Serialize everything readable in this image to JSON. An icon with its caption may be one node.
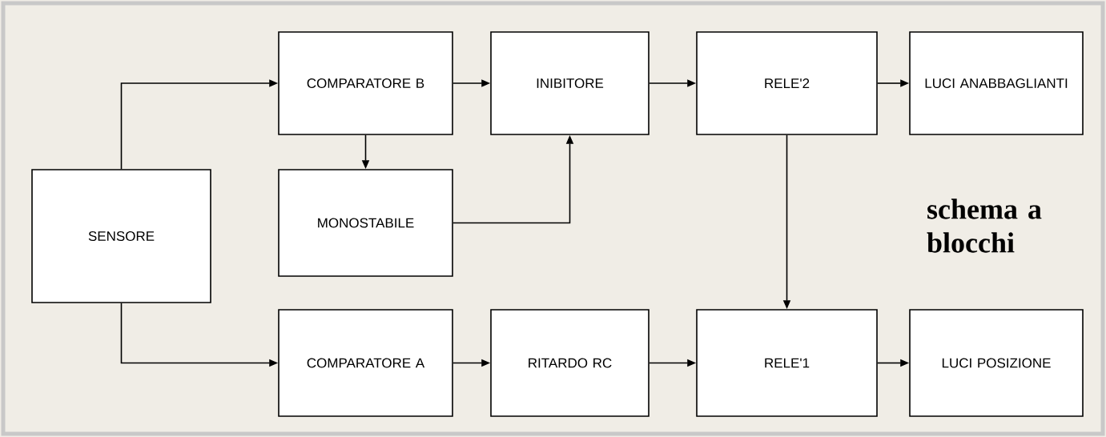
{
  "diagram": {
    "nodes": [
      {
        "text": [
          "SENSORE"
        ]
      },
      {
        "text": [
          "COMPARATORE B"
        ]
      },
      {
        "text": [
          "INIBITORE"
        ]
      },
      {
        "text": [
          "RELE'2"
        ]
      },
      {
        "text": [
          "LUCI ANABBAGLIANTI"
        ]
      },
      {
        "text": [
          "MONOSTABILE"
        ]
      },
      {
        "text": [
          "COMPARATORE A"
        ]
      },
      {
        "text": [
          "RITARDO RC"
        ]
      },
      {
        "text": [
          "RELE'1"
        ]
      },
      {
        "text": [
          "LUCI POSIZIONE"
        ]
      }
    ],
    "edges": [
      {
        "from": 0,
        "to": 1,
        "arrow": "to"
      },
      {
        "from": 0,
        "to": 6,
        "arrow": "to"
      },
      {
        "from": 1,
        "to": 2,
        "arrow": "to"
      },
      {
        "from": 2,
        "to": 3,
        "arrow": "to"
      },
      {
        "from": 3,
        "to": 4,
        "arrow": "to"
      },
      {
        "from": 1,
        "to": 5,
        "arrow": "to"
      },
      {
        "from": 5,
        "to": 2,
        "arrow": "to"
      },
      {
        "from": 3,
        "to": 8,
        "arrow": "to"
      },
      {
        "from": 6,
        "to": 7,
        "arrow": "to"
      },
      {
        "from": 7,
        "to": 8,
        "arrow": "to"
      },
      {
        "from": 8,
        "to": 9,
        "arrow": "to"
      }
    ],
    "labels": [
      "schema a blocchi"
    ]
  }
}
